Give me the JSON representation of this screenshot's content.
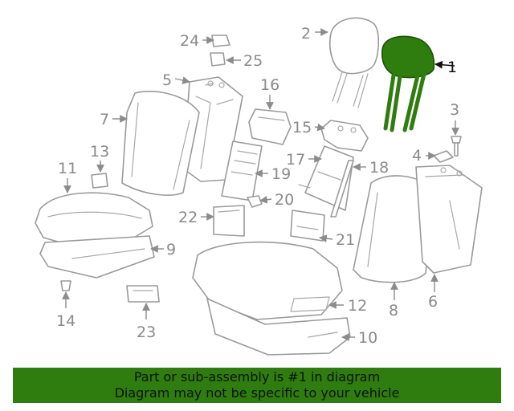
{
  "diagram": {
    "highlight_color": "#2f7d0e",
    "selected_part": "1",
    "callouts": {
      "c1": "1",
      "c2": "2",
      "c3": "3",
      "c4": "4",
      "c5": "5",
      "c6": "6",
      "c7": "7",
      "c8": "8",
      "c9": "9",
      "c10": "10",
      "c11": "11",
      "c12": "12",
      "c13": "13",
      "c14": "14",
      "c15": "15",
      "c16": "16",
      "c17": "17",
      "c18": "18",
      "c19": "19",
      "c20": "20",
      "c21": "21",
      "c22": "22",
      "c23": "23",
      "c24": "24",
      "c25": "25"
    }
  },
  "banner": {
    "line1": "Part or sub-assembly is #1 in diagram",
    "line2": "Diagram may not be specific to your vehicle",
    "background": "#2f7d0e"
  }
}
